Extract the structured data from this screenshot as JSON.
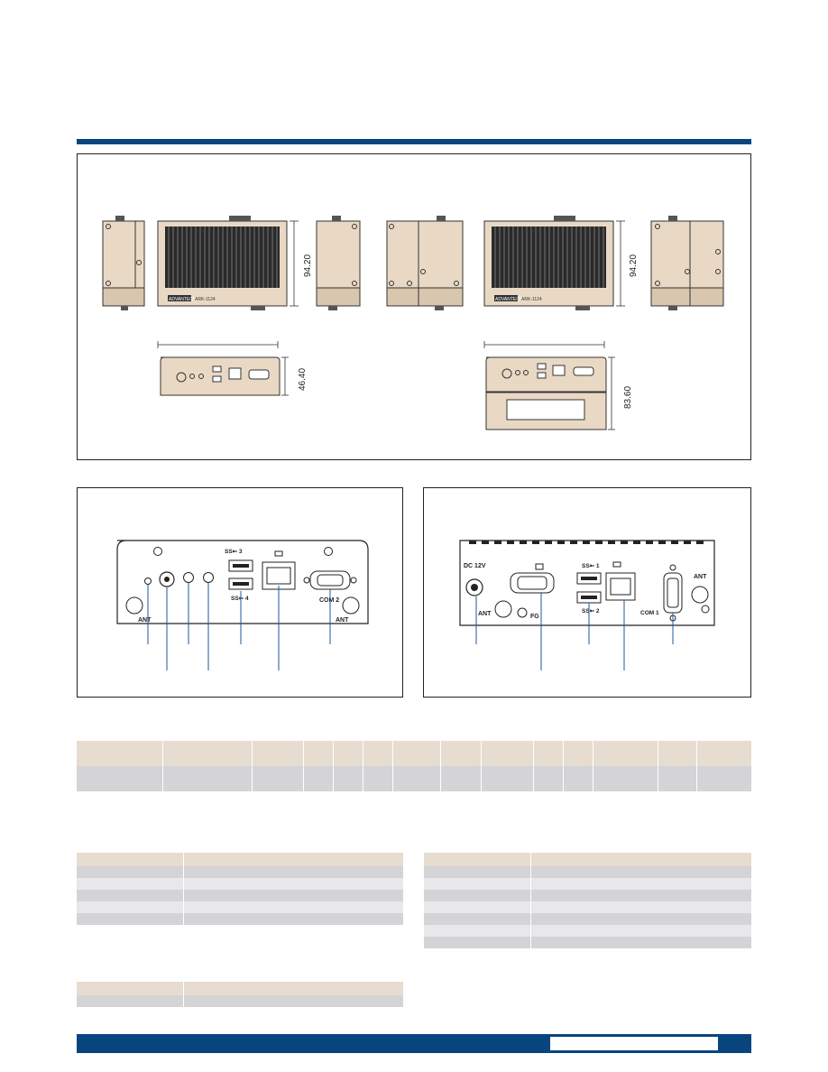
{
  "dimension_drawing": {
    "height_label": "94.20",
    "depth_label_front": "46.40",
    "depth_label_expansion": "83.60",
    "brand_plate": "ADVANTECH",
    "model_plate": "ARK-1124"
  },
  "front_view": {
    "usb_top_label": "SS➳ 3",
    "usb_bottom_label": "SS➳ 4",
    "com_label": "COM 2",
    "ant_left": "ANT",
    "ant_right": "ANT"
  },
  "rear_view": {
    "dc_label": "DC 12V",
    "usb_top_label": "SS➳ 1",
    "usb_bottom_label": "SS➳ 2",
    "com_label": "COM 1",
    "ant_left": "ANT",
    "ant_right": "ANT",
    "fg_label": "FG"
  },
  "colors": {
    "brand_blue": "#08457e",
    "header_beige": "#e7dcd0",
    "row_grey": "#d4d4d6",
    "row_light": "#e8e8ea",
    "chassis_tan": "#e9d9c4"
  }
}
